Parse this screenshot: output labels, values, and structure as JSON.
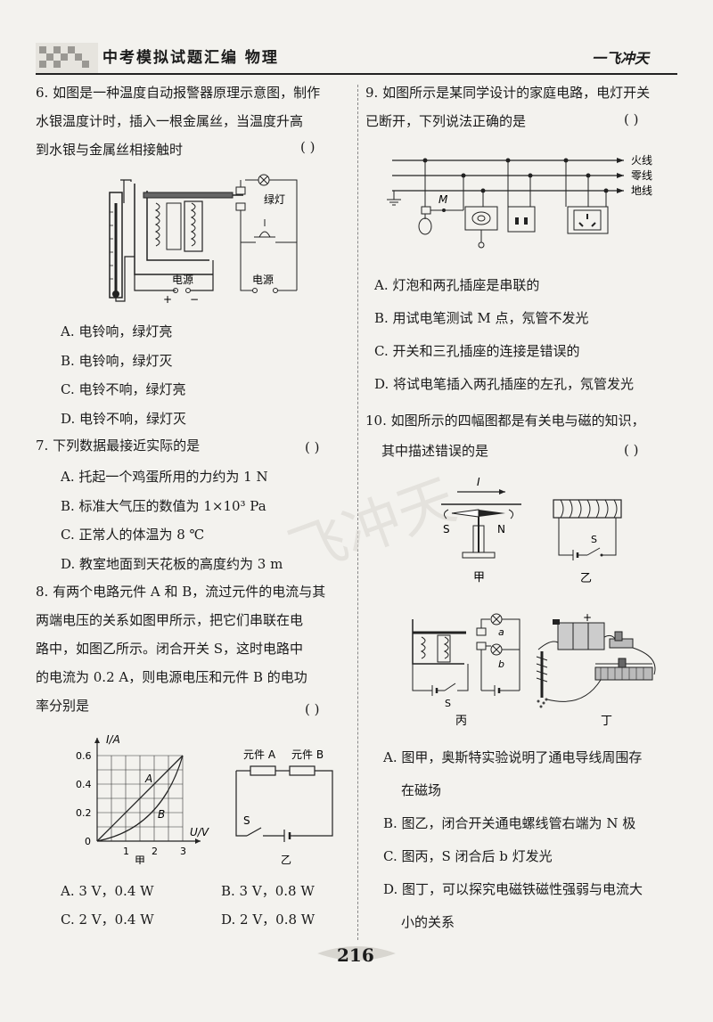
{
  "header": {
    "title": "中考模拟试题汇编  物理",
    "brand": "一飞冲天"
  },
  "page_number": "216",
  "watermark": "飞冲天",
  "left": {
    "q6": {
      "lines": [
        "6. 如图是一种温度自动报警器原理示意图，制作",
        "水银温度计时，插入一根金属丝，当温度升高",
        "到水银与金属丝相接触时"
      ],
      "paren": "(    )",
      "fig": {
        "lamp": "绿灯",
        "power1": "电源",
        "power2": "电源",
        "plus": "+",
        "minus": "−"
      },
      "options": [
        "A. 电铃响，绿灯亮",
        "B. 电铃响，绿灯灭",
        "C. 电铃不响，绿灯亮",
        "D. 电铃不响，绿灯灭"
      ]
    },
    "q7": {
      "line": "7. 下列数据最接近实际的是",
      "paren": "(    )",
      "options": [
        "A. 托起一个鸡蛋所用的力约为 1 N",
        "B. 标准大气压的数值为 1×10³ Pa",
        "C. 正常人的体温为 8 ℃",
        "D. 教室地面到天花板的高度约为 3 m"
      ]
    },
    "q8": {
      "lines": [
        "8. 有两个电路元件 A 和 B，流过元件的电流与其",
        "两端电压的关系如图甲所示，把它们串联在电",
        "路中，如图乙所示。闭合开关 S，这时电路中",
        "的电流为 0.2 A，则电源电压和元件 B 的电功",
        "率分别是"
      ],
      "paren": "(    )",
      "graph": {
        "ylabel": "I/A",
        "xlabel": "U/V",
        "yticks": [
          "0.6",
          "0.4",
          "0.2",
          "0"
        ],
        "xticks": [
          "1",
          "2",
          "3"
        ],
        "curveA": "A",
        "curveB": "B",
        "caption": "甲"
      },
      "circuit": {
        "elemA": "元件 A",
        "elemB": "元件 B",
        "switch": "S",
        "caption": "乙"
      },
      "options": [
        "A. 3 V，0.4 W",
        "B. 3 V，0.8 W",
        "C. 2 V，0.4 W",
        "D. 2 V，0.8 W"
      ]
    }
  },
  "right": {
    "q9": {
      "lines": [
        "9. 如图所示是某同学设计的家庭电路，电灯开关",
        "已断开，下列说法正确的是"
      ],
      "paren": "(    )",
      "fig": {
        "live": "火线",
        "neutral": "零线",
        "ground": "地线",
        "point": "M"
      },
      "options": [
        "A. 灯泡和两孔插座是串联的",
        "B. 用试电笔测试 M 点，氖管不发光",
        "C. 开关和三孔插座的连接是错误的",
        "D. 将试电笔插入两孔插座的左孔，氖管发光"
      ]
    },
    "q10": {
      "lines": [
        "10. 如图所示的四幅图都是有关电与磁的知识，",
        "其中描述错误的是"
      ],
      "paren": "(    )",
      "figs": {
        "cur": "I",
        "s1": "S",
        "n1": "N",
        "jia": "甲",
        "s2": "S",
        "yi": "乙",
        "a": "a",
        "b": "b",
        "s3": "S",
        "bing": "丙",
        "ding": "丁",
        "plus": "+"
      },
      "options": [
        "A. 图甲，奥斯特实验说明了通电导线周围存",
        "在磁场",
        "B. 图乙，闭合开关通电螺线管右端为 N 极",
        "C. 图丙，S 闭合后 b 灯发光",
        "D. 图丁，可以探究电磁铁磁性强弱与电流大",
        "小的关系"
      ]
    }
  }
}
